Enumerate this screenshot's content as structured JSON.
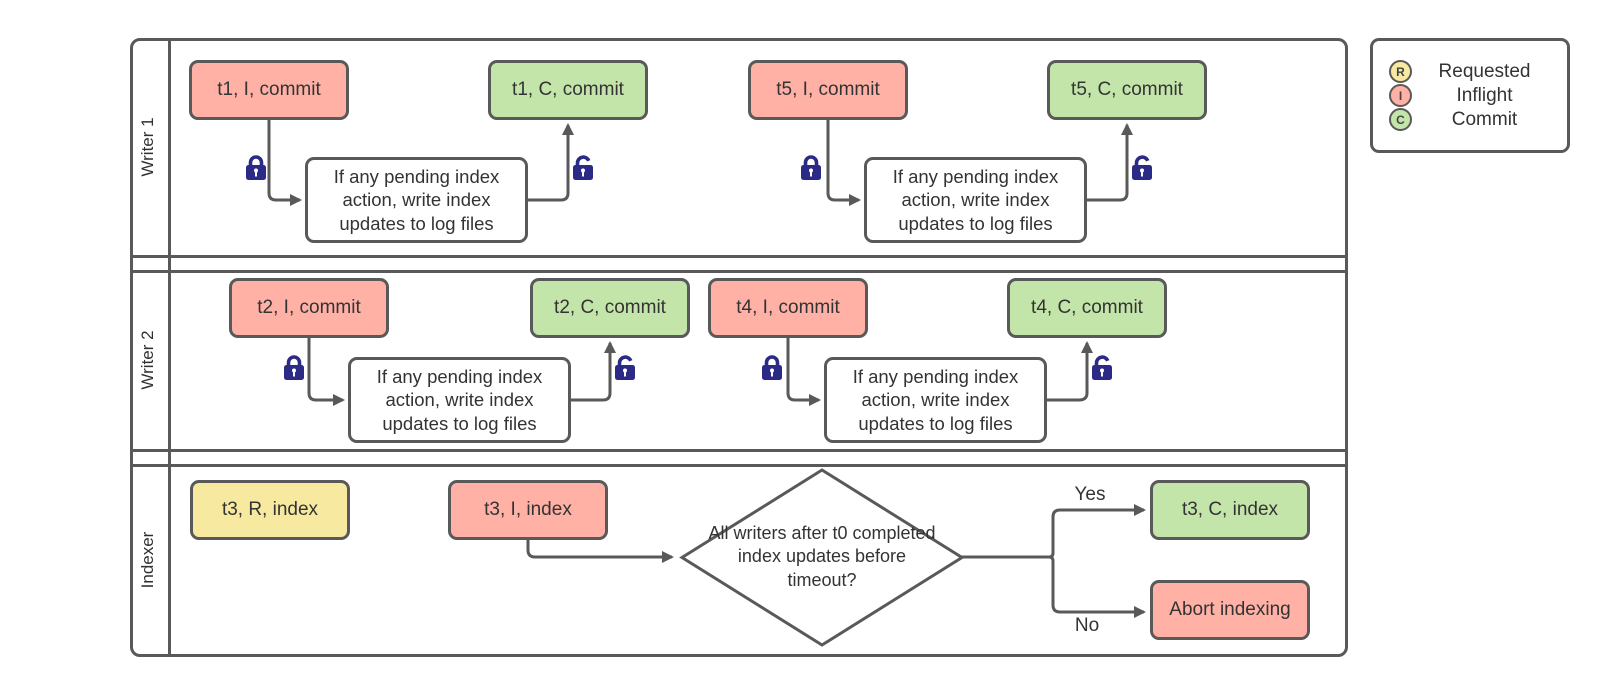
{
  "colors": {
    "inflight_fill": "#ffb1a6",
    "commit_fill": "#c4e5aa",
    "requested_fill": "#f8e9a1",
    "outline": "#595959",
    "lock": "#2b2b87",
    "text": "#333333"
  },
  "lanes": [
    {
      "label": "Writer 1"
    },
    {
      "label": "Writer 2"
    },
    {
      "label": "Indexer"
    }
  ],
  "writer1": {
    "groups": [
      {
        "start": "t1, I, commit",
        "process": "If any pending index action, write index updates to log files",
        "end": "t1, C, commit"
      },
      {
        "start": "t5, I, commit",
        "process": "If any pending index action, write index updates to log files",
        "end": "t5, C, commit"
      }
    ]
  },
  "writer2": {
    "groups": [
      {
        "start": "t2, I, commit",
        "process": "If any pending index action, write index updates to log files",
        "end": "t2, C, commit"
      },
      {
        "start": "t4, I, commit",
        "process": "If any pending index action, write index updates to log files",
        "end": "t4, C, commit"
      }
    ]
  },
  "indexer": {
    "requested": "t3, R, index",
    "inflight": "t3, I, index",
    "decision": "All writers after t0 completed index updates before timeout?",
    "yes": "Yes",
    "no": "No",
    "commit": "t3, C, index",
    "abort": "Abort indexing"
  },
  "legend": {
    "items": [
      {
        "letter": "R",
        "label": "Requested"
      },
      {
        "letter": "I",
        "label": "Inflight"
      },
      {
        "letter": "C",
        "label": "Commit"
      }
    ]
  }
}
